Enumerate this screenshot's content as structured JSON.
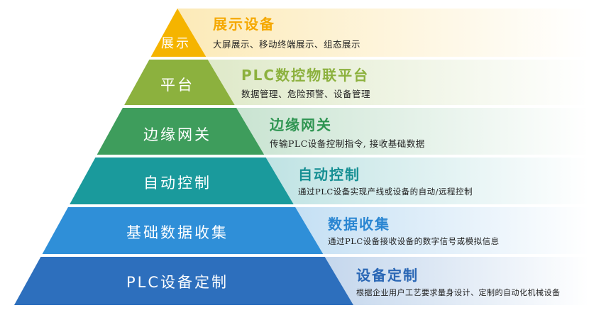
{
  "layers": [
    {
      "label": "展示",
      "title": "展示设备",
      "desc": "大屏展示、移动终端展示、组态展示",
      "color": "#f5b400",
      "title_color": "#f5a800"
    },
    {
      "label": "平台",
      "title": "PLC数控物联平台",
      "desc": "数据管理、危险预警、设备管理",
      "color": "#8cb13e",
      "title_color": "#8cb13e"
    },
    {
      "label": "边缘网关",
      "title": "边缘网关",
      "desc": "传输PLC设备控制指令, 接收基础数据",
      "color": "#3e9d5c",
      "title_color": "#2f9552"
    },
    {
      "label": "自动控制",
      "title": "自动控制",
      "desc": "通过PLC设备实现产线或设备的自动/远程控制",
      "color": "#1a9a9c",
      "title_color": "#168f93"
    },
    {
      "label": "基础数据收集",
      "title": "数据收集",
      "desc": "通过PLC设备接收设备的数字信号或模拟信息",
      "color": "#2f8fd8",
      "title_color": "#2a86d2"
    },
    {
      "label": "PLC设备定制",
      "title": "设备定制",
      "desc": "根据企业用户工艺要求量身设计、定制的自动化机械设备",
      "color": "#2d6fbd",
      "title_color": "#2a67b5"
    }
  ]
}
